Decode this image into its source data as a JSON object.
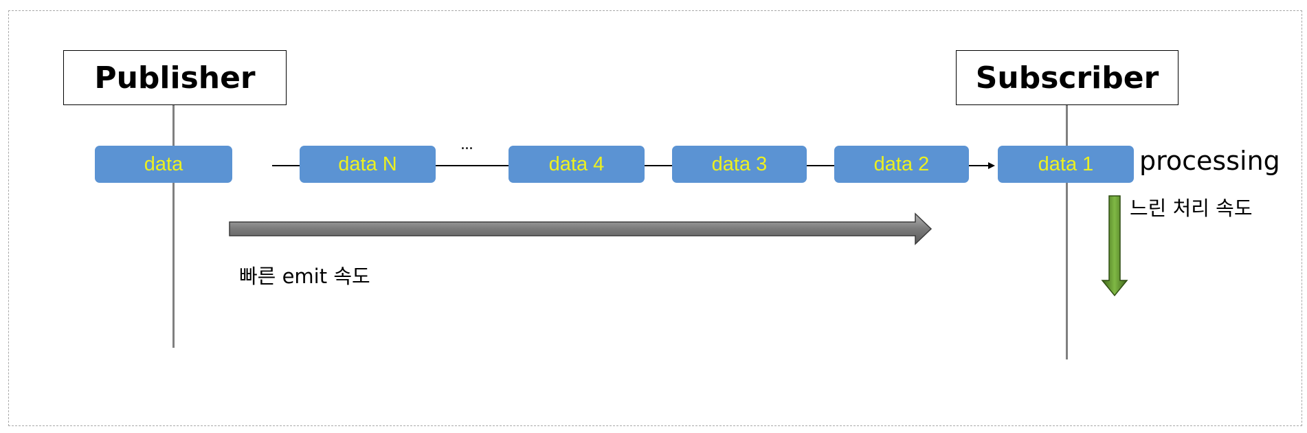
{
  "actors": {
    "publisher": "Publisher",
    "subscriber": "Subscriber"
  },
  "queue": {
    "emitted_item": "data",
    "items": [
      "data N",
      "data 4",
      "data 3",
      "data 2",
      "data 1"
    ],
    "ellipsis": "..."
  },
  "labels": {
    "processing": "processing",
    "fast_emit": "빠른 emit 속도",
    "slow_processing": "느린 처리 속도"
  },
  "colors": {
    "data_box": "#5b93d3",
    "data_text": "#ecf020",
    "fast_arrow": "#6e6e6e",
    "slow_arrow": "#4e7a22"
  }
}
